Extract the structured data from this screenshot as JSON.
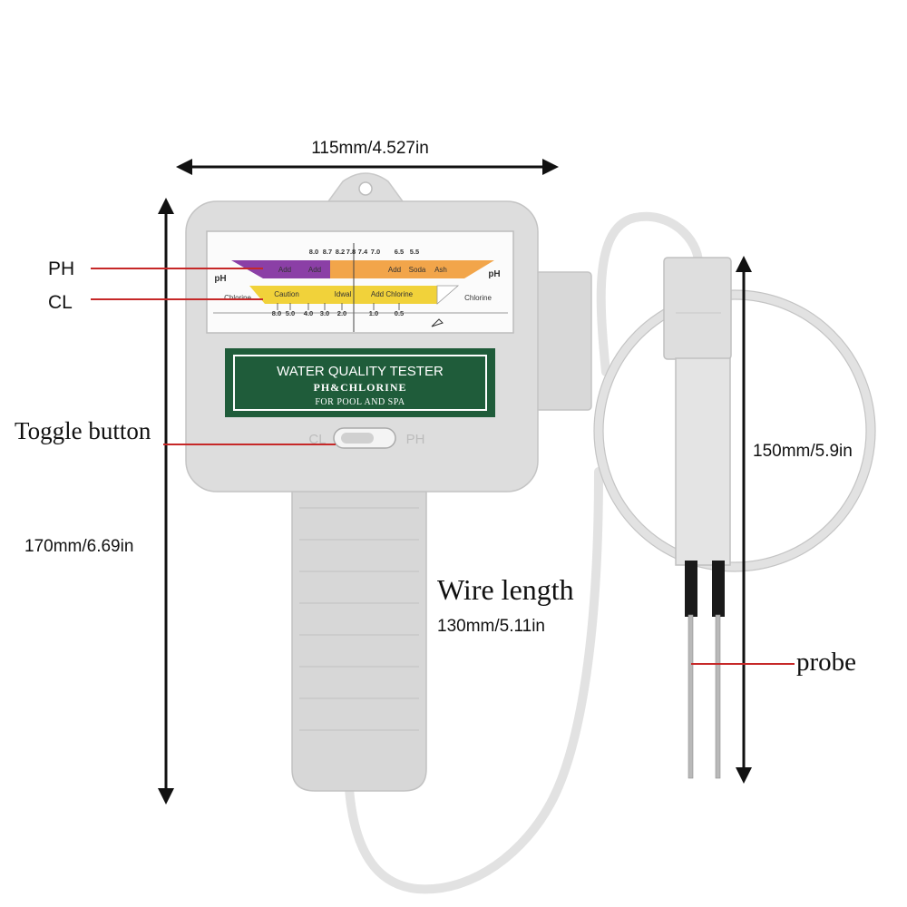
{
  "dimensions": {
    "width": "115mm/4.527in",
    "height": "170mm/6.69in",
    "probe": "150mm/5.9in",
    "wire_title": "Wire length",
    "wire": "130mm/5.11in"
  },
  "callouts": {
    "ph": "PH",
    "cl": "CL",
    "toggle": "Toggle button",
    "probe": "probe"
  },
  "panel": {
    "line1": "WATER QUALITY TESTER",
    "line2": "PH&CHLORINE",
    "line3": "FOR POOL AND SPA"
  },
  "switch": {
    "left": "CL",
    "right": "PH"
  },
  "scale": {
    "ph_label": "pH",
    "cl_label": "Chlorine",
    "ph_ticks": [
      "8.0",
      "8.7",
      "8.2",
      "7.8",
      "7.4",
      "7.0",
      "6.5",
      "5.5"
    ],
    "ph_zones": [
      "Add",
      "Add",
      "Add",
      "Soda",
      "Ash"
    ],
    "cl_zones": [
      "Caution",
      "Idwal",
      "Add Chlorine"
    ],
    "cl_ticks": [
      "8.0",
      "5.0",
      "4.0",
      "3.0",
      "2.0",
      "1.0",
      "0.5"
    ]
  },
  "colors": {
    "device_body": "#dcdcdc",
    "panel_green": "#1f5c3a",
    "ph_purple": "#8b3fa6",
    "ph_orange": "#f2a54a",
    "cl_yellow": "#f1d23a",
    "callout_red": "#c62828"
  }
}
